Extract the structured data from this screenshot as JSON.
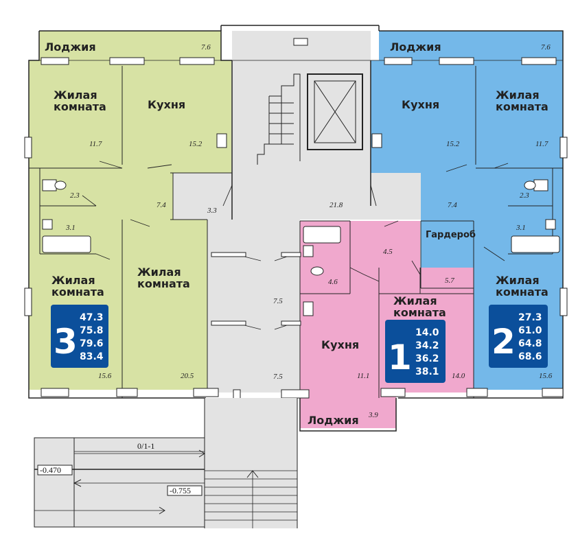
{
  "colors": {
    "apartment_3": "#d7e2a4",
    "apartment_2": "#74b8e9",
    "apartment_1": "#f0a8cd",
    "common": "#e3e3e3",
    "badge": "#0b4f9b"
  },
  "rooms": [
    {
      "name": "Лоджия",
      "area": "7.6"
    },
    {
      "name": "Жилая комната",
      "area": "11.7"
    },
    {
      "name": "Кухня",
      "area": "15.2"
    },
    {
      "area": "2.3"
    },
    {
      "area": "3.1"
    },
    {
      "area": "7.4"
    },
    {
      "area": "3.3"
    },
    {
      "name": "Жилая комната",
      "area": "15.6"
    },
    {
      "name": "Жилая комната",
      "area": "20.5"
    },
    {
      "area": "21.8"
    },
    {
      "area": "7.5"
    },
    {
      "area": "7.5"
    },
    {
      "name": "Лоджия",
      "area": "7.6"
    },
    {
      "name": "Кухня",
      "area": "15.2"
    },
    {
      "name": "Жилая комната",
      "area": "11.7"
    },
    {
      "area": "2.3"
    },
    {
      "area": "7.4"
    },
    {
      "area": "3.1"
    },
    {
      "name": "Гардероб",
      "area": "5.7"
    },
    {
      "name": "Жилая комната",
      "area": "15.6"
    },
    {
      "area": "4.5"
    },
    {
      "area": "4.6"
    },
    {
      "name": "Кухня",
      "area": "11.1"
    },
    {
      "name": "Жилая комната",
      "area": "14.0"
    },
    {
      "name": "Лоджия",
      "area": "3.9"
    }
  ],
  "apartments": [
    {
      "number": "3",
      "areas": [
        "47.3",
        "75.8",
        "79.6",
        "83.4"
      ]
    },
    {
      "number": "2",
      "areas": [
        "27.3",
        "61.0",
        "64.8",
        "68.6"
      ]
    },
    {
      "number": "1",
      "areas": [
        "14.0",
        "34.2",
        "36.2",
        "38.1"
      ]
    }
  ],
  "entrance": {
    "axis_label": "0/1-1",
    "level_1": "-0.470",
    "level_2": "-0.755"
  }
}
